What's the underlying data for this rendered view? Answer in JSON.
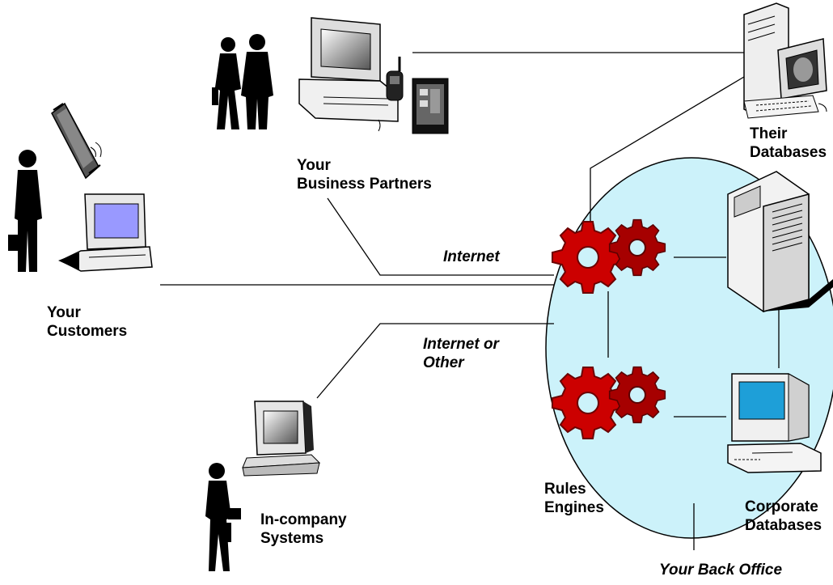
{
  "labels": {
    "business_partners": [
      "Your",
      "Business Partners"
    ],
    "customers": [
      "Your",
      "Customers"
    ],
    "their_databases": [
      "Their",
      "Databases"
    ],
    "internet": "Internet",
    "internet_or_other": [
      "Internet or",
      "Other"
    ],
    "in_company": [
      "In-company",
      "Systems"
    ],
    "rules_engines": [
      "Rules",
      "Engines"
    ],
    "corporate_databases": [
      "Corporate",
      "Databases"
    ],
    "back_office": "Your Back Office"
  },
  "icons": [
    "business-people-icon",
    "desktop-computer-icon",
    "cell-phone-icon",
    "pda-icon",
    "server-workstation-icon",
    "telephone-icon",
    "businessman-icon",
    "businesswoman-icon",
    "tower-server-icon",
    "gear-icon"
  ],
  "colors": {
    "back_office_circle": "#ccf2fa",
    "gear": "#cc0000",
    "gear_dark": "#8b0000",
    "screen_blue": "#9999ff",
    "screen_cyan": "#1e9fd8",
    "line": "#000000"
  }
}
